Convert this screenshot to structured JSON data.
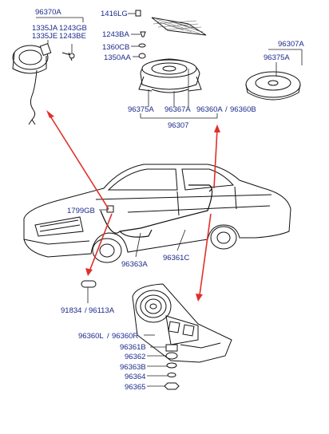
{
  "labels": {
    "l96370A": "96370A",
    "l1335JA": "1335JA",
    "l1243GB": "1243GB",
    "l1335JE": "1335JE",
    "l1243BE": "1243BE",
    "l1416LG": "1416LG",
    "l1243BA": "1243BA",
    "l1360CB": "1360CB",
    "l1350AA": "1350AA",
    "l96307A": "96307A",
    "l96375A_r": "96375A",
    "l96375A": "96375A",
    "l96367A": "96367A",
    "l96360A": "96360A",
    "lslash1": "/",
    "l96360B": "96360B",
    "l96307": "96307",
    "l1799GB": "1799GB",
    "l96363A": "96363A",
    "l96361C": "96361C",
    "l91834": "91834",
    "lslash2": "/",
    "l96113A": "96113A",
    "l96360L": "96360L",
    "lslash3": "/",
    "l96360R": "96360R",
    "l96361B": "96361B",
    "l96362": "96362",
    "l96363B": "96363B",
    "l96364": "96364",
    "l96365": "96365"
  },
  "colors": {
    "label": "#1c2a8a",
    "arrow": "#e0302a",
    "line": "#111111"
  }
}
